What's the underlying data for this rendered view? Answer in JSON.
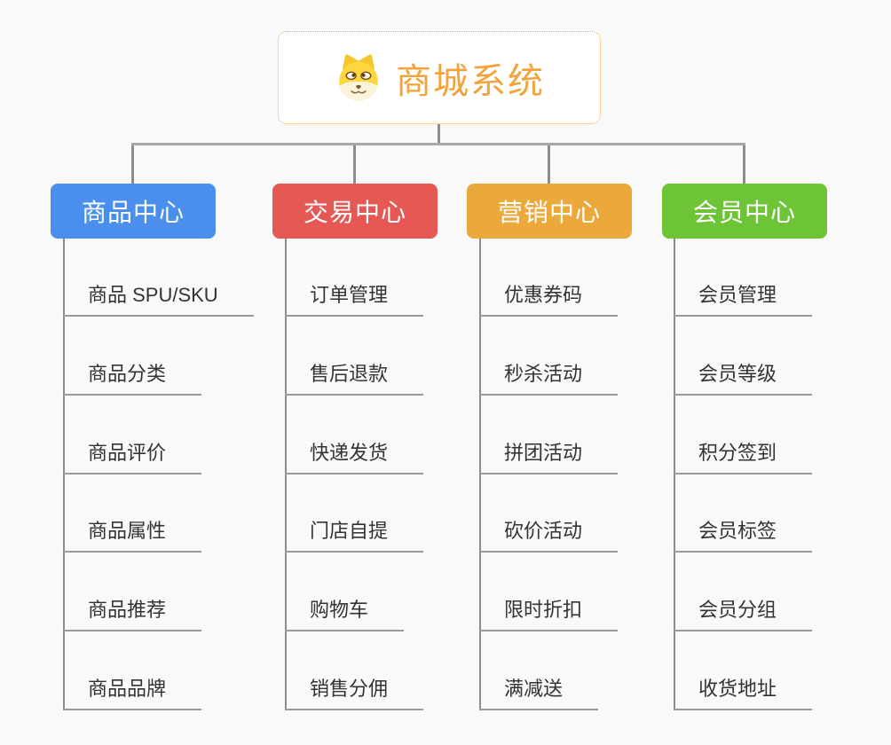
{
  "page": {
    "background": "#F9F9F9"
  },
  "root": {
    "title": "商城系统",
    "icon": "dog-face-icon",
    "accent_color": "#F2A33C"
  },
  "branches": [
    {
      "label": "商品中心",
      "color": "#4A8FEE",
      "items": [
        "商品 SPU/SKU",
        "商品分类",
        "商品评价",
        "商品属性",
        "商品推荐",
        "商品品牌"
      ]
    },
    {
      "label": "交易中心",
      "color": "#E55853",
      "items": [
        "订单管理",
        "售后退款",
        "快递发货",
        "门店自提",
        "购物车",
        "销售分佣"
      ]
    },
    {
      "label": "营销中心",
      "color": "#ECA93B",
      "items": [
        "优惠券码",
        "秒杀活动",
        "拼团活动",
        "砍价活动",
        "限时折扣",
        "满减送"
      ]
    },
    {
      "label": "会员中心",
      "color": "#6EC437",
      "items": [
        "会员管理",
        "会员等级",
        "积分签到",
        "会员标签",
        "会员分组",
        "收货地址"
      ]
    }
  ]
}
